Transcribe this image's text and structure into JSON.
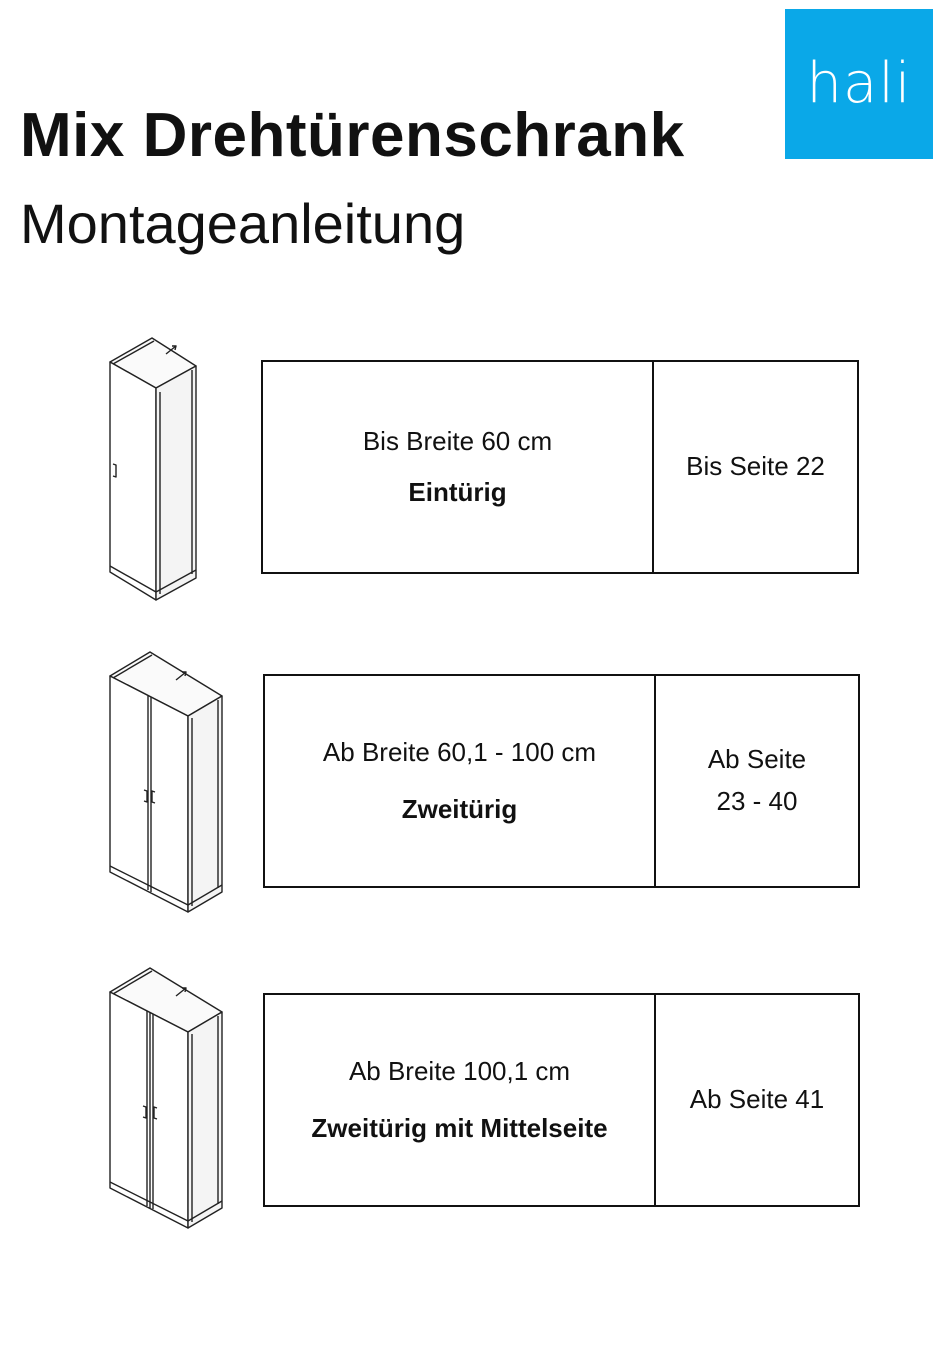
{
  "brand": {
    "logo_text": "hali",
    "logo_color": "#0aa8e8"
  },
  "header": {
    "title": "Mix Drehtürenschrank",
    "subtitle": "Montageanleitung"
  },
  "options": [
    {
      "range": "Bis Breite 60 cm",
      "type": "Eintürig",
      "pages_line1": "Bis Seite 22",
      "pages_line2": "",
      "illustration_icon": "single-door-wardrobe-icon"
    },
    {
      "range": "Ab Breite 60,1 - 100 cm",
      "type": "Zweitürig",
      "pages_line1": "Ab Seite",
      "pages_line2": "23 - 40",
      "illustration_icon": "double-door-wardrobe-icon"
    },
    {
      "range": "Ab Breite 100,1 cm",
      "type": "Zweitürig mit Mittelseite",
      "pages_line1": "Ab Seite 41",
      "pages_line2": "",
      "illustration_icon": "double-door-wardrobe-with-center-panel-icon"
    }
  ]
}
